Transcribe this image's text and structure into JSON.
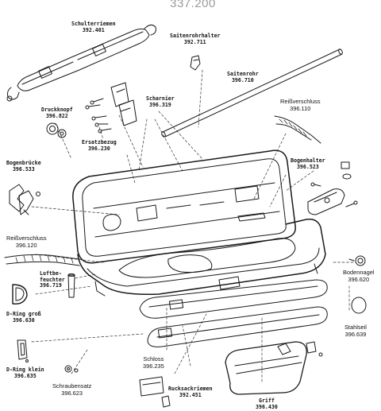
{
  "page_number": "337.200",
  "parts": [
    {
      "id": "schulterriemen",
      "name": "Schulterriemen",
      "code": "392.401"
    },
    {
      "id": "saitenrohrhalter",
      "name": "Saitenrohrhalter",
      "code": "392.711"
    },
    {
      "id": "saitenrohr",
      "name": "Saitenrohr",
      "code": "396.710"
    },
    {
      "id": "druckknopf",
      "name": "Druckknopf",
      "code": "396.822"
    },
    {
      "id": "scharnier",
      "name": "Scharnier",
      "code": "396.319"
    },
    {
      "id": "reissverschluss-top",
      "name": "Reißverschluss",
      "code": "396.110"
    },
    {
      "id": "ersatzbezug",
      "name": "Ersatzbezug",
      "code": "396.230"
    },
    {
      "id": "bogenbruecke",
      "name": "Bogenbrücke",
      "code": "396.533"
    },
    {
      "id": "bogenhalter",
      "name": "Bogenhalter",
      "code": "396.523"
    },
    {
      "id": "reissverschluss-left",
      "name": "Reißverschluss",
      "code": "396.120"
    },
    {
      "id": "luftbefeuchter",
      "name": "Luftbe-",
      "name2": "feuchter",
      "code": "396.719"
    },
    {
      "id": "bodennagel",
      "name": "Bodennagel",
      "code": "396.620"
    },
    {
      "id": "d-ring-gross",
      "name": "D-Ring groß",
      "code": "396.630"
    },
    {
      "id": "stahlseil",
      "name": "Stahlseil",
      "code": "396.639"
    },
    {
      "id": "d-ring-klein",
      "name": "D-Ring klein",
      "code": "396.635"
    },
    {
      "id": "schloss",
      "name": "Schloss",
      "code": "396.235"
    },
    {
      "id": "schraubensatz",
      "name": "Schraubensatz",
      "code": "396.623"
    },
    {
      "id": "rucksackriemen",
      "name": "Rucksackriemen",
      "code": "392.451"
    },
    {
      "id": "griff",
      "name": "Griff",
      "code": "396.430"
    }
  ]
}
